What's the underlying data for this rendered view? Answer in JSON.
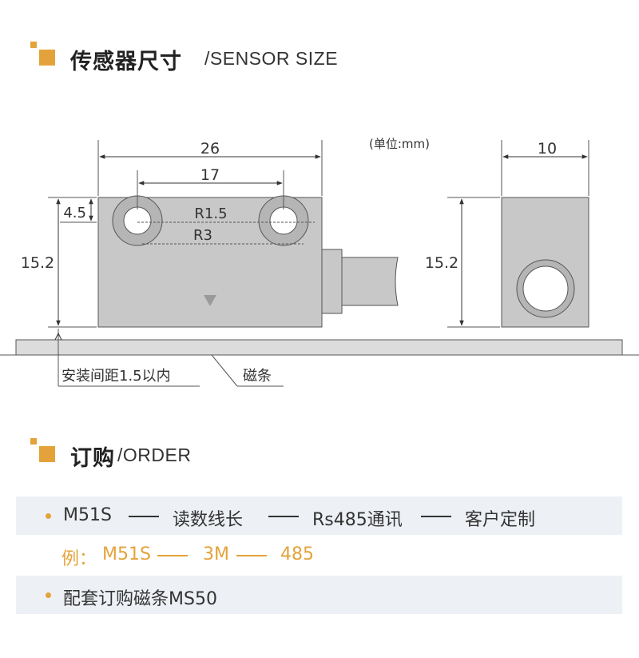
{
  "section1": {
    "title": "传感器尺寸",
    "subtitle": "/SENSOR SIZE"
  },
  "section2": {
    "title": "订购",
    "subtitle": "/ORDER"
  },
  "diagram": {
    "unit_note": "(单位:mm)",
    "dim_width": "26",
    "dim_hole_spacing": "17",
    "dim_hole_offset": "4.5",
    "dim_height_left": "15.2",
    "dim_height_right": "15.2",
    "dim_depth": "10",
    "label_r_small": "R1.5",
    "label_r_large": "R3",
    "label_gap": "安装间距1.5以内",
    "label_strip": "磁条"
  },
  "order": {
    "row1": {
      "model": "M51S",
      "length": "读数线长",
      "comm": "Rs485通讯",
      "custom": "客户定制"
    },
    "row2": {
      "prefix": "例：",
      "model": "M51S",
      "length": "3M",
      "comm": "485"
    },
    "row3": {
      "text": "配套订购磁条MS50"
    }
  },
  "colors": {
    "accent": "#e4a33a",
    "sensor_fill": "#c8c8c8",
    "strip_fill": "#dcdcdc",
    "row_bg": "#edf0f4"
  }
}
